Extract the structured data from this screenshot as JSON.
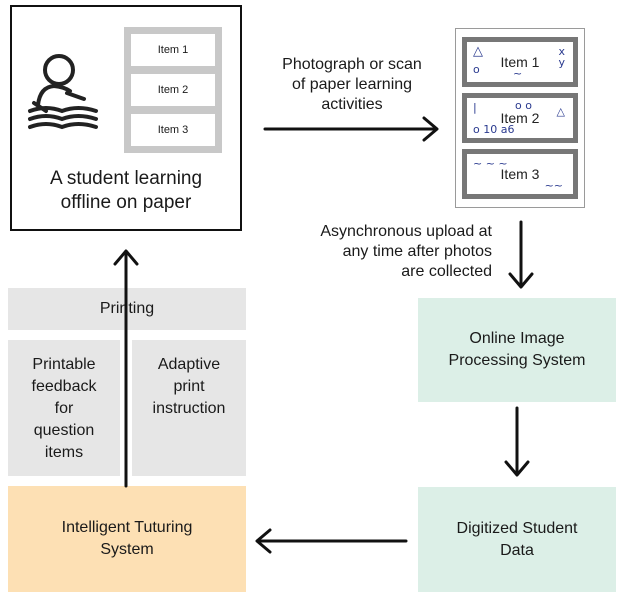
{
  "student": {
    "caption": "A student learning\noffline on paper",
    "items": [
      "Item 1",
      "Item 2",
      "Item 3"
    ]
  },
  "photo": {
    "items": [
      "Item 1",
      "Item 2",
      "Item 3"
    ]
  },
  "labels": {
    "photograph": "Photograph or scan\nof paper learning\nactivities",
    "upload": "Asynchronous upload at\nany time after photos\nare collected"
  },
  "boxes": {
    "printing": "Printing",
    "feedback": "Printable\nfeedback\nfor\nquestion\nitems",
    "adaptive": "Adaptive\nprint\ninstruction",
    "its": "Intelligent Tuturing\nSystem",
    "oips": "Online Image\nProcessing System",
    "dsd": "Digitized Student\nData"
  },
  "colors": {
    "its": "#fde0b4",
    "green": "#dcefe7",
    "gray": "#e6e6e6"
  }
}
